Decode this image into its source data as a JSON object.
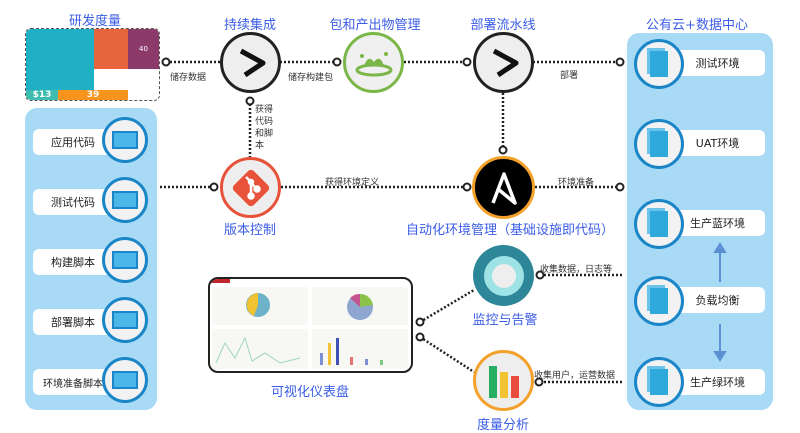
{
  "titles": {
    "metrics_top": "研发度量",
    "ci": "持续集成",
    "artifacts": "包和产出物管理",
    "pipeline": "部署流水线",
    "cloud": "公有云+数据中心",
    "vcs": "版本控制",
    "iac": "自动化环境管理（基础设施即代码）",
    "dashboard": "可视化仪表盘",
    "monitoring": "监控与告警",
    "analytics": "度量分析"
  },
  "edges": {
    "store_data": "储存数据",
    "store_build": "储存构建包",
    "deploy": "部署",
    "get_code": "获得代码和脚本",
    "get_env_def": "获得环境定义",
    "env_prep": "环境准备",
    "collect_logs": "收集数据，日志等",
    "collect_users": "收集用户，运营数据"
  },
  "dashboard_thumb": {
    "value1": "$13",
    "value2": "39",
    "gauge": "40"
  },
  "sources": [
    {
      "label": "应用代码"
    },
    {
      "label": "测试代码"
    },
    {
      "label": "构建脚本"
    },
    {
      "label": "部署脚本"
    },
    {
      "label": "环境准备脚本"
    }
  ],
  "environments": [
    {
      "label": "测试环境"
    },
    {
      "label": "UAT环境"
    },
    {
      "label": "生产蓝环境"
    },
    {
      "label": "负载均衡"
    },
    {
      "label": "生产绿环境"
    }
  ],
  "colors": {
    "title": "#3b5de7",
    "panel": "#a9daf5",
    "git": "#e8523a",
    "ansible_border": "#f4a12b",
    "artifact_border": "#7ab648",
    "monitor": "#2e8799"
  }
}
